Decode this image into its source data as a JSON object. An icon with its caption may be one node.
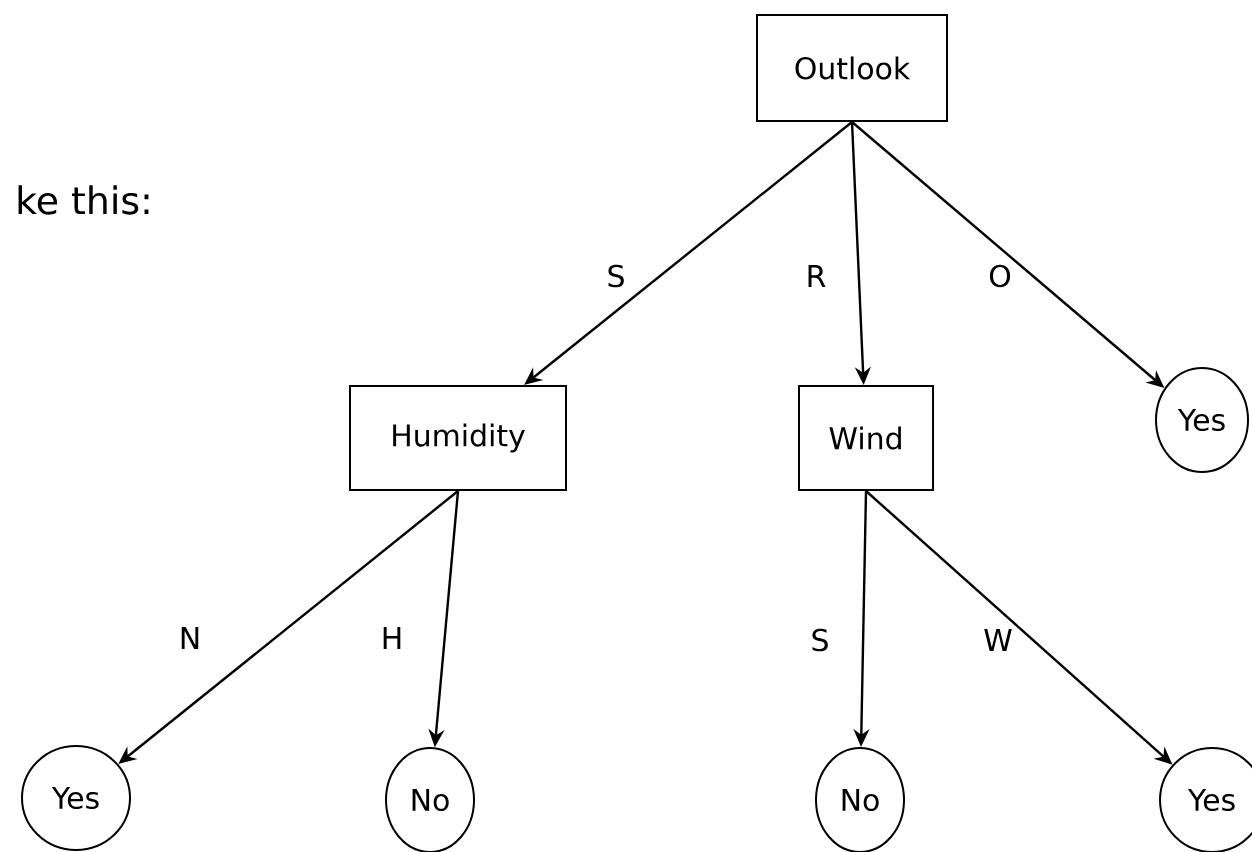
{
  "diagram": {
    "nodes": [
      {
        "text": [
          "Outlook"
        ]
      },
      {
        "text": [
          "Humidity"
        ]
      },
      {
        "text": [
          "Wind"
        ]
      },
      {
        "text": [
          "Yes"
        ]
      },
      {
        "text": [
          "Yes"
        ]
      },
      {
        "text": [
          "No"
        ]
      },
      {
        "text": [
          "No"
        ]
      },
      {
        "text": [
          "Yes"
        ]
      }
    ],
    "edges": [
      {
        "from": 0,
        "to": 1,
        "arrow": "to",
        "label": "S"
      },
      {
        "from": 0,
        "to": 2,
        "arrow": "to",
        "label": "R"
      },
      {
        "from": 0,
        "to": 3,
        "arrow": "to",
        "label": "O"
      },
      {
        "from": 1,
        "to": 4,
        "arrow": "to",
        "label": "N"
      },
      {
        "from": 1,
        "to": 5,
        "arrow": "to",
        "label": "H"
      },
      {
        "from": 2,
        "to": 6,
        "arrow": "to",
        "label": "S"
      },
      {
        "from": 2,
        "to": 7,
        "arrow": "to",
        "label": "W"
      }
    ],
    "labels": [
      "ke this:"
    ]
  }
}
